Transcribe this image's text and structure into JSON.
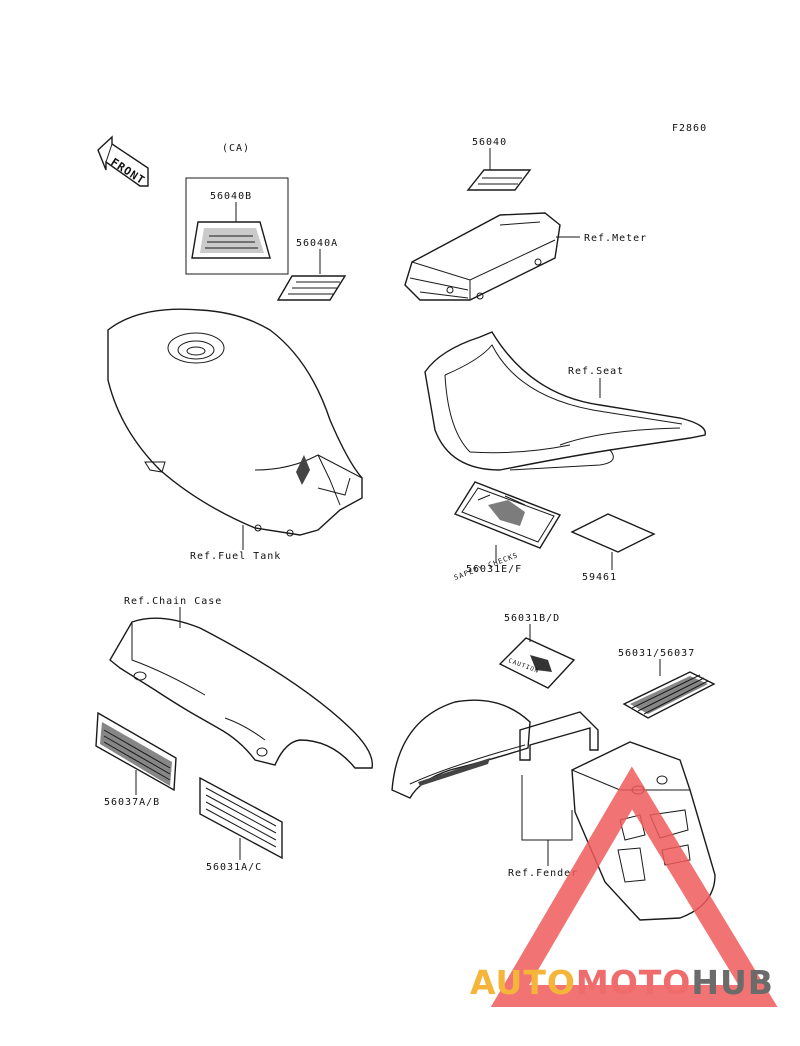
{
  "diagram": {
    "code": "F2860",
    "front_label": "FRONT",
    "parts": {
      "ca_label": "(CA)",
      "p56040B": "56040B",
      "p56040A": "56040A",
      "p56040": "56040",
      "ref_meter": "Ref.Meter",
      "ref_seat": "Ref.Seat",
      "ref_fuel_tank": "Ref.Fuel Tank",
      "p56031EF": "56031E/F",
      "p59461": "59461",
      "ref_chain_case": "Ref.Chain Case",
      "p56031BD": "56031B/D",
      "p56031_56037": "56031/56037",
      "p56037AB": "56037A/B",
      "p56031AC": "56031A/C",
      "ref_fender": "Ref.Fender",
      "label_caution_text": "CAUTION",
      "label_safety_text": "SAFETY CHECKS"
    }
  },
  "watermark": {
    "part1": "AUTO",
    "part2": "MOTO",
    "part3": "HUB",
    "colors": {
      "auto": "#f5b53a",
      "moto": "#f06b6b",
      "hub": "#6b6b6b",
      "triangle": "#ef5a5a"
    }
  }
}
